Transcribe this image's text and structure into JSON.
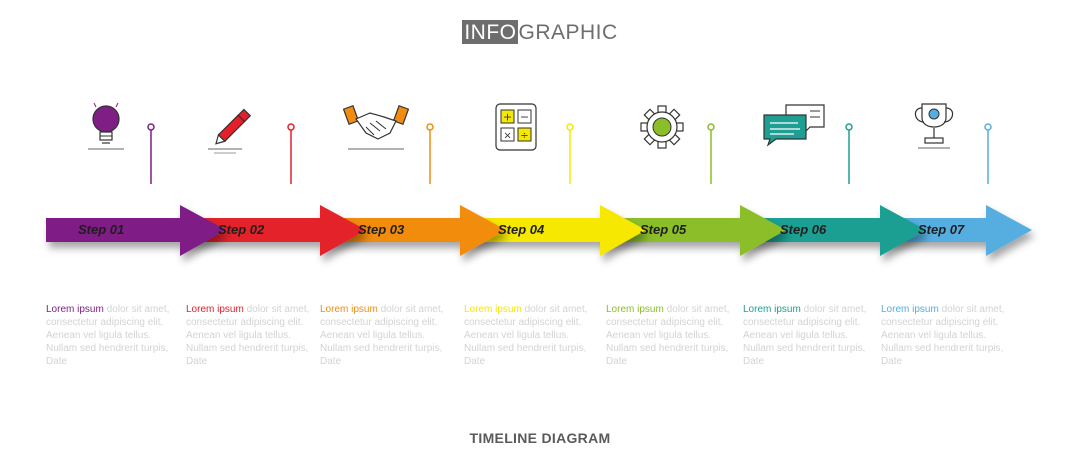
{
  "header": {
    "title_boxed": "INFO",
    "title_rest": "GRAPHIC"
  },
  "footer": {
    "title": "TIMELINE  DIAGRAM"
  },
  "steps": [
    {
      "label": "Step 01",
      "color": "#7f1f86",
      "icon": "lightbulb-icon",
      "desc_lead": "Lorem ipsum",
      "desc_body": "dolor sit amet, consectetur adipiscing elit. Aenean vel ligula tellus. Nullam sed hendrerit turpis,",
      "date": "Date"
    },
    {
      "label": "Step 02",
      "color": "#e3202a",
      "icon": "pen-icon",
      "desc_lead": "Lorem ipsum",
      "desc_body": "dolor sit amet, consectetur adipiscing elit. Aenean vel ligula tellus. Nullam sed hendrerit turpis,",
      "date": "Date"
    },
    {
      "label": "Step 03",
      "color": "#f28c0f",
      "icon": "handshake-icon",
      "desc_lead": "Lorem ipsum",
      "desc_body": "dolor sit amet, consectetur adipiscing elit. Aenean vel ligula tellus. Nullam sed hendrerit turpis,",
      "date": "Date"
    },
    {
      "label": "Step 04",
      "color": "#f6e805",
      "icon": "calculator-icon",
      "desc_lead": "Lorem ipsum",
      "desc_body": "dolor sit amet, consectetur adipiscing elit. Aenean vel ligula tellus. Nullam sed hendrerit turpis,",
      "date": "Date"
    },
    {
      "label": "Step 05",
      "color": "#8cbe2a",
      "icon": "gear-icon",
      "desc_lead": "Lorem ipsum",
      "desc_body": "dolor sit amet, consectetur adipiscing elit. Aenean vel ligula tellus. Nullam sed hendrerit turpis,",
      "date": "Date"
    },
    {
      "label": "Step 06",
      "color": "#1f9f93",
      "icon": "chat-bubbles-icon",
      "desc_lead": "Lorem ipsum",
      "desc_body": "dolor sit amet, consectetur adipiscing elit. Aenean vel ligula tellus. Nullam sed hendrerit turpis,",
      "date": "Date"
    },
    {
      "label": "Step 07",
      "color": "#56aee0",
      "icon": "trophy-icon",
      "desc_lead": "Lorem ipsum",
      "desc_body": "dolor sit amet, consectetur adipiscing elit. Aenean vel ligula tellus. Nullam sed hendrerit turpis,",
      "date": "Date"
    }
  ]
}
